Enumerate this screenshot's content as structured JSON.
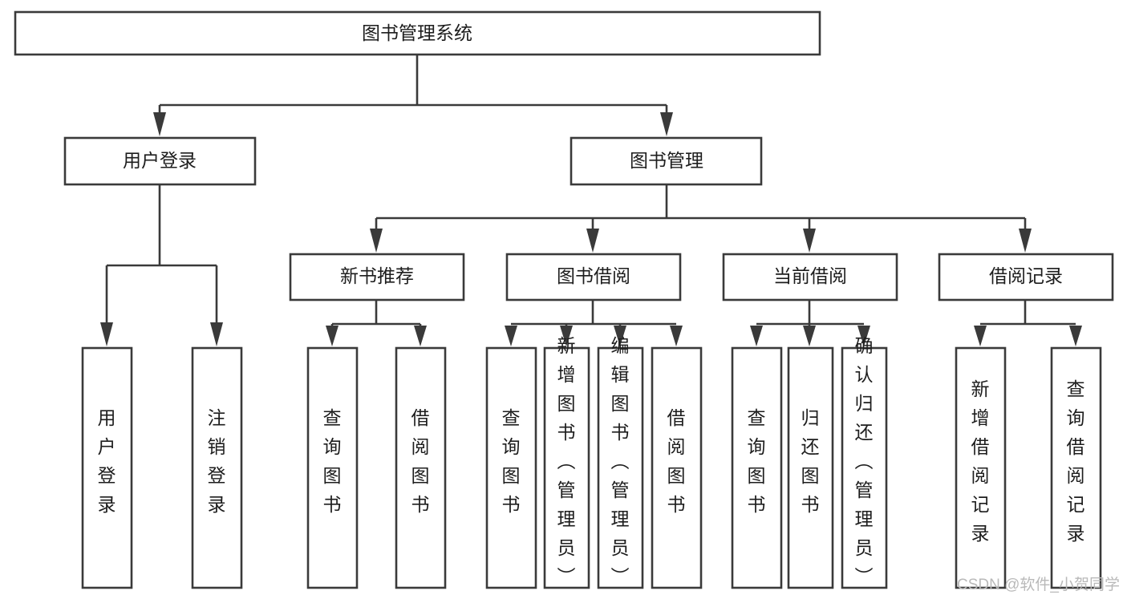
{
  "diagram": {
    "title": "图书管理系统",
    "type": "hierarchy-tree",
    "orientation": "top-down",
    "root": {
      "id": "root",
      "label": "图书管理系统"
    },
    "level2": [
      {
        "id": "user-login",
        "label": "用户登录"
      },
      {
        "id": "book-management",
        "label": "图书管理"
      }
    ],
    "level3": [
      {
        "id": "new-book-recommend",
        "label": "新书推荐",
        "parent": "book-management"
      },
      {
        "id": "book-borrow",
        "label": "图书借阅",
        "parent": "book-management"
      },
      {
        "id": "current-borrow",
        "label": "当前借阅",
        "parent": "book-management"
      },
      {
        "id": "borrow-record",
        "label": "借阅记录",
        "parent": "book-management"
      }
    ],
    "leaves": [
      {
        "id": "leaf-user-login",
        "label": "用户登录",
        "parent": "user-login"
      },
      {
        "id": "leaf-logout-login",
        "label": "注销登录",
        "parent": "user-login"
      },
      {
        "id": "leaf-query-book-1",
        "label": "查询图书",
        "parent": "new-book-recommend"
      },
      {
        "id": "leaf-borrow-book-1",
        "label": "借阅图书",
        "parent": "new-book-recommend"
      },
      {
        "id": "leaf-query-book-2",
        "label": "查询图书",
        "parent": "book-borrow"
      },
      {
        "id": "leaf-add-book",
        "label": "新增图书（管理员）",
        "parent": "book-borrow"
      },
      {
        "id": "leaf-edit-book",
        "label": "编辑图书（管理员）",
        "parent": "book-borrow"
      },
      {
        "id": "leaf-borrow-book-2",
        "label": "借阅图书",
        "parent": "book-borrow"
      },
      {
        "id": "leaf-query-book-3",
        "label": "查询图书",
        "parent": "current-borrow"
      },
      {
        "id": "leaf-return-book",
        "label": "归还图书",
        "parent": "current-borrow"
      },
      {
        "id": "leaf-confirm-return",
        "label": "确认归还（管理员）",
        "parent": "current-borrow"
      },
      {
        "id": "leaf-add-record",
        "label": "新增借阅记录",
        "parent": "borrow-record"
      },
      {
        "id": "leaf-query-record",
        "label": "查询借阅记录",
        "parent": "borrow-record"
      }
    ]
  },
  "watermark": {
    "text": "CSDN @软件_小贺同学"
  },
  "colors": {
    "background": "#ffffff",
    "box_fill": "#ffffff",
    "box_stroke": "#3a3a3a",
    "text": "#1d1d1d",
    "watermark": "#b9b9b9"
  }
}
